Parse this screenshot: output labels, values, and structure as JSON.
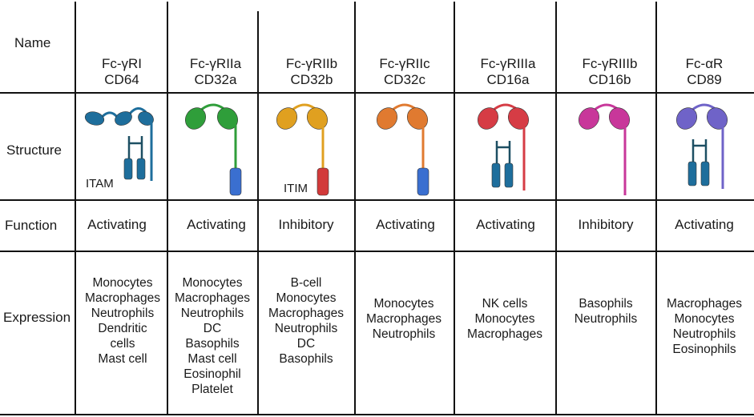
{
  "row_labels": {
    "name": "Name",
    "structure": "Structure",
    "function": "Function",
    "expression": "Expression"
  },
  "receptors": [
    {
      "name": "Fc-γRI",
      "cd": "CD64",
      "color": "#1e6e9c",
      "function": "Activating",
      "expression": [
        "Monocytes",
        "Macrophages",
        "Neutrophils",
        "Dendritic",
        "cells",
        "Mast cell"
      ]
    },
    {
      "name": "Fc-γRIIa",
      "cd": "CD32a",
      "color": "#2f9e3a",
      "tail_color": "#3a6fd0",
      "function": "Activating",
      "expression": [
        "Monocytes",
        "Macrophages",
        "Neutrophils",
        "DC",
        "Basophils",
        "Mast cell",
        "Eosinophil",
        "Platelet"
      ]
    },
    {
      "name": "Fc-γRIIb",
      "cd": "CD32b",
      "color": "#e0a020",
      "tail_color": "#d23a3a",
      "function": "Inhibitory",
      "expression": [
        "B-cell",
        "Monocytes",
        "Macrophages",
        "Neutrophils",
        "DC",
        "Basophils"
      ]
    },
    {
      "name": "Fc-γRIIc",
      "cd": "CD32c",
      "color": "#e07a30",
      "tail_color": "#3a6fd0",
      "function": "Activating",
      "expression": [
        "Monocytes",
        "Macrophages",
        "Neutrophils"
      ]
    },
    {
      "name": "Fc-γRIIIa",
      "cd": "CD16a",
      "color": "#d63c45",
      "function": "Activating",
      "expression": [
        "NK cells",
        "Monocytes",
        "Macrophages"
      ]
    },
    {
      "name": "Fc-γRIIIb",
      "cd": "CD16b",
      "color": "#c8379a",
      "function": "Inhibitory",
      "expression": [
        "Basophils",
        "Neutrophils"
      ]
    },
    {
      "name": "Fc-αR",
      "cd": "CD89",
      "color": "#6f63c8",
      "function": "Activating",
      "expression": [
        "Macrophages",
        "Monocytes",
        "Neutrophils",
        "Eosinophils"
      ]
    }
  ],
  "motif_labels": {
    "itam": "ITAM",
    "itim": "ITIM"
  },
  "signaling_color": "#1e6e9c"
}
